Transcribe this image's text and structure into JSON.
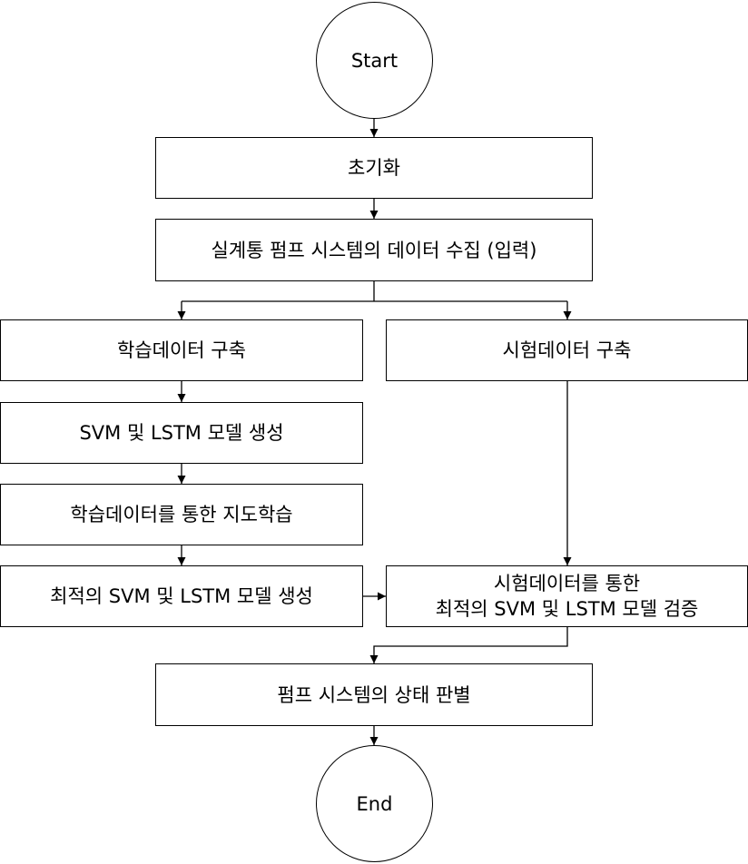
{
  "flow": {
    "start": "Start",
    "init": "초기화",
    "collect": "실계통 펌프 시스템의 데이터 수집 (입력)",
    "train_build": "학습데이터 구축",
    "test_build": "시험데이터 구축",
    "model_create": "SVM 및 LSTM 모델 생성",
    "supervised": "학습데이터를 통한 지도학습",
    "optimal_create": "최적의 SVM 및 LSTM 모델 생성",
    "verify_line1": "시험데이터를 통한",
    "verify_line2": "최적의 SVM 및 LSTM 모델 검증",
    "judge": "펌프 시스템의 상태 판별",
    "end": "End"
  }
}
